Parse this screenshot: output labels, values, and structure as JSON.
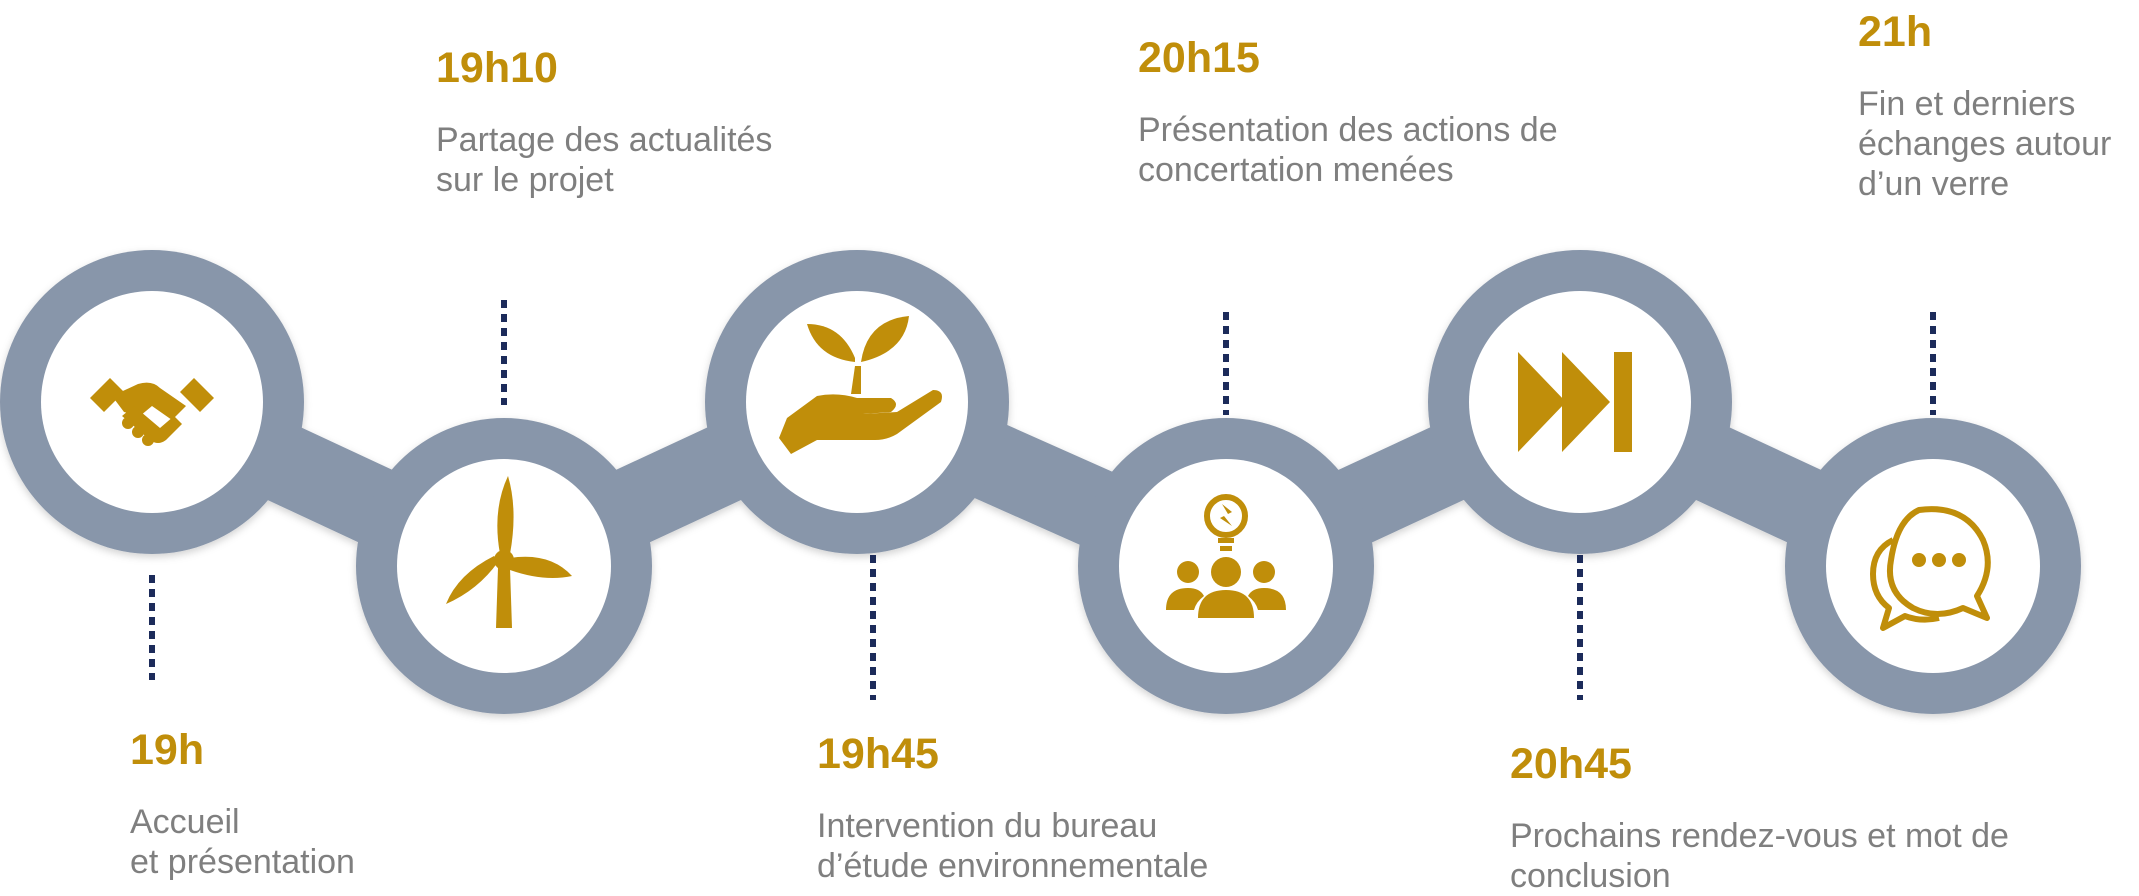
{
  "colors": {
    "track": "#8896aa",
    "gold": "#c08e0a",
    "navy": "#1c2b5a",
    "circle_fill": "#ffffff",
    "desc_text": "#7f7f7f"
  },
  "steps": [
    {
      "time": "19h",
      "description": "Accueil\net présentation",
      "icon": "handshake-icon"
    },
    {
      "time": "19h10",
      "description": "Partage des actualités\nsur le projet",
      "icon": "wind-turbine-icon"
    },
    {
      "time": "19h45",
      "description": "Intervention du bureau\nd’étude environnementale",
      "icon": "plant-in-hand-icon"
    },
    {
      "time": "20h15",
      "description": "Présentation des actions de\nconcertation menées",
      "icon": "team-idea-icon"
    },
    {
      "time": "20h45",
      "description": "Prochains rendez-vous et mot de\nconclusion",
      "icon": "fast-forward-icon"
    },
    {
      "time": "21h",
      "description": "Fin et derniers\néchanges autour\nd’un verre",
      "icon": "chat-bubbles-icon"
    }
  ]
}
